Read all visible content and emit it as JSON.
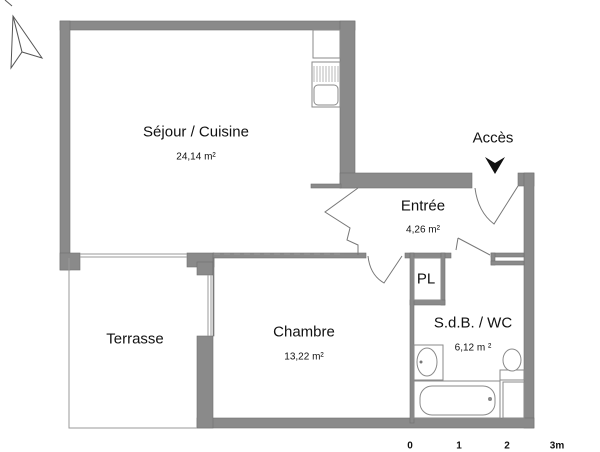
{
  "plan": {
    "rooms": [
      {
        "name": "Séjour / Cuisine",
        "area": "24,14 m²"
      },
      {
        "name": "Entrée",
        "area": "4,26 m²"
      },
      {
        "name": "Chambre",
        "area": "13,22 m²"
      },
      {
        "name": "S.d.B. / WC",
        "area": "6,12 m ²"
      },
      {
        "name": "Terrasse"
      },
      {
        "name": "PL"
      }
    ],
    "access_label": "Accès",
    "scale_labels": [
      "0",
      "1",
      "2",
      "3m"
    ],
    "colors": {
      "wall": "#8a8a8a",
      "background": "#ffffff",
      "text": "#111111"
    }
  }
}
